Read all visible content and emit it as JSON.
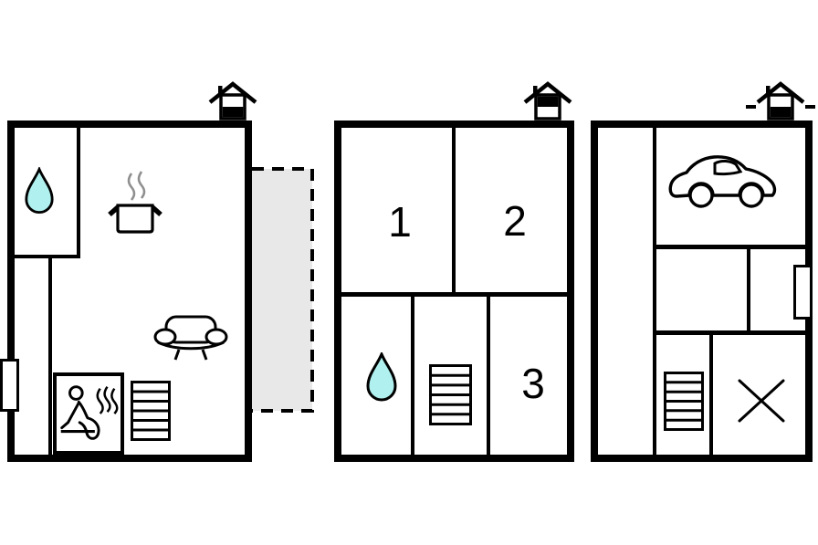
{
  "colors": {
    "background": "#ffffff",
    "wall": "#000000",
    "drop_fill": "#b0f0ef",
    "terrace_fill": "#e8e8e8",
    "steam_gray": "#8f8f8f"
  },
  "plans": {
    "ground_floor": {
      "level_icon": "house-level-ground-icon",
      "features": [
        "water-drop",
        "cooking-pot",
        "sofa",
        "sauna",
        "stairs",
        "window",
        "terrace"
      ]
    },
    "upper_floor": {
      "level_icon": "house-level-upper-icon",
      "rooms": [
        {
          "label": "1"
        },
        {
          "label": "2"
        },
        {
          "label": "3"
        }
      ],
      "features": [
        "water-drop",
        "stairs"
      ]
    },
    "basement": {
      "level_icon": "house-level-basement-icon",
      "features": [
        "car",
        "stairs",
        "crossed-room",
        "window"
      ]
    }
  }
}
